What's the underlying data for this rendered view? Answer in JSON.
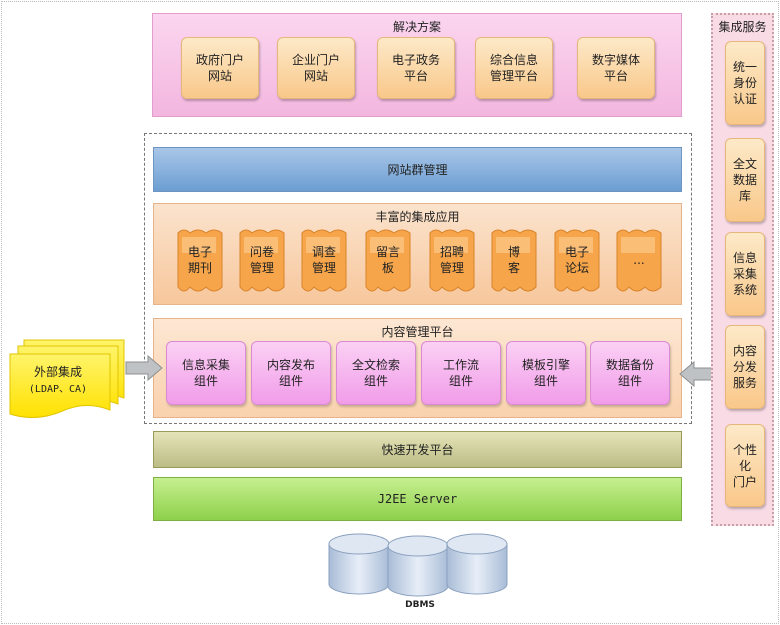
{
  "solutions": {
    "title": "解决方案",
    "items": [
      {
        "line1": "政府门户",
        "line2": "网站"
      },
      {
        "line1": "企业门户",
        "line2": "网站"
      },
      {
        "line1": "电子政务",
        "line2": "平台"
      },
      {
        "line1": "综合信息",
        "line2": "管理平台"
      },
      {
        "line1": "数字媒体",
        "line2": "平台"
      }
    ]
  },
  "site_group": {
    "label": "网站群管理"
  },
  "apps": {
    "title": "丰富的集成应用",
    "items": [
      {
        "line1": "电子",
        "line2": "期刊"
      },
      {
        "line1": "问卷",
        "line2": "管理"
      },
      {
        "line1": "调查",
        "line2": "管理"
      },
      {
        "line1": "留言",
        "line2": "板"
      },
      {
        "line1": "招聘",
        "line2": "管理"
      },
      {
        "line1": "博",
        "line2": "客"
      },
      {
        "line1": "电子",
        "line2": "论坛"
      },
      {
        "line1": "...",
        "line2": ""
      }
    ]
  },
  "cms": {
    "title": "内容管理平台",
    "items": [
      {
        "line1": "信息采集",
        "line2": "组件"
      },
      {
        "line1": "内容发布",
        "line2": "组件"
      },
      {
        "line1": "全文检索",
        "line2": "组件"
      },
      {
        "line1": "工作流",
        "line2": "组件"
      },
      {
        "line1": "模板引擎",
        "line2": "组件"
      },
      {
        "line1": "数据备份",
        "line2": "组件"
      }
    ]
  },
  "rapid_dev": {
    "label": "快速开发平台"
  },
  "j2ee": {
    "label": "J2EE Server"
  },
  "external": {
    "line1": "外部集成",
    "line2": "(LDAP、CA)"
  },
  "services": {
    "title": "集成服务",
    "items": [
      {
        "lines": [
          "统一",
          "身份",
          "认证"
        ]
      },
      {
        "lines": [
          "全文",
          "数据",
          "库"
        ]
      },
      {
        "lines": [
          "信息",
          "采集",
          "系统"
        ]
      },
      {
        "lines": [
          "内容",
          "分发",
          "服务"
        ]
      },
      {
        "lines": [
          "个性",
          "化",
          "门户"
        ]
      }
    ]
  },
  "dbms": {
    "label": "DBMS"
  },
  "colors": {
    "solutions_band": "#f3b6df",
    "orange_card": "#f9c88a",
    "site_group": "#6b9ed2",
    "component_card": "#f19ce9",
    "rapid_dev": "#bcbc86",
    "j2ee": "#8ed14b",
    "services_band": "#f9dbe6",
    "external_doc": "#ffef2a",
    "dbms_cylinder": "#c3d3e8"
  }
}
